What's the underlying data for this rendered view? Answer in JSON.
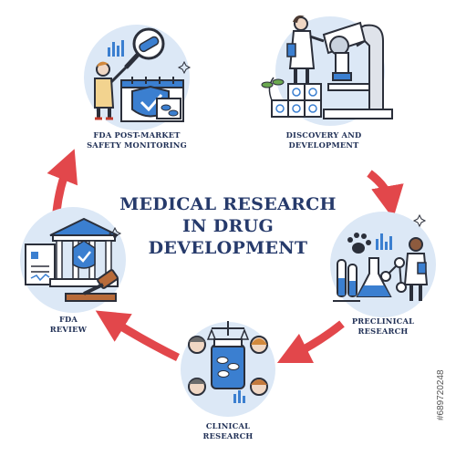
{
  "title": {
    "line1": "MEDICAL RESEARCH",
    "line2": "IN DRUG",
    "line3": "DEVELOPMENT"
  },
  "stages": {
    "discovery": {
      "line1": "DISCOVERY AND",
      "line2": "DEVELOPMENT"
    },
    "preclinical": {
      "line1": "PRECLINICAL",
      "line2": "RESEARCH"
    },
    "clinical": {
      "line1": "CLINICAL",
      "line2": "RESEARCH"
    },
    "fda_review": {
      "line1": "FDA",
      "line2": "REVIEW"
    },
    "fda_post_market": {
      "line1": "FDA POST-MARKET",
      "line2": "SAFETY MONITORING"
    }
  },
  "watermark_id": "#689720248",
  "colors": {
    "arrow": "#e2474b",
    "circle_bg": "#dce8f6",
    "accent_blue": "#3b7fd0",
    "title": "#263a6b",
    "outline": "#2b2f3a"
  },
  "icons": [
    "microscope-icon",
    "scientist-icon",
    "flask-icon",
    "paw-icon",
    "people-icon",
    "scales-icon",
    "capsule-icon",
    "bank-building-icon",
    "gavel-icon",
    "magnifier-icon",
    "calendar-icon",
    "shield-icon"
  ]
}
